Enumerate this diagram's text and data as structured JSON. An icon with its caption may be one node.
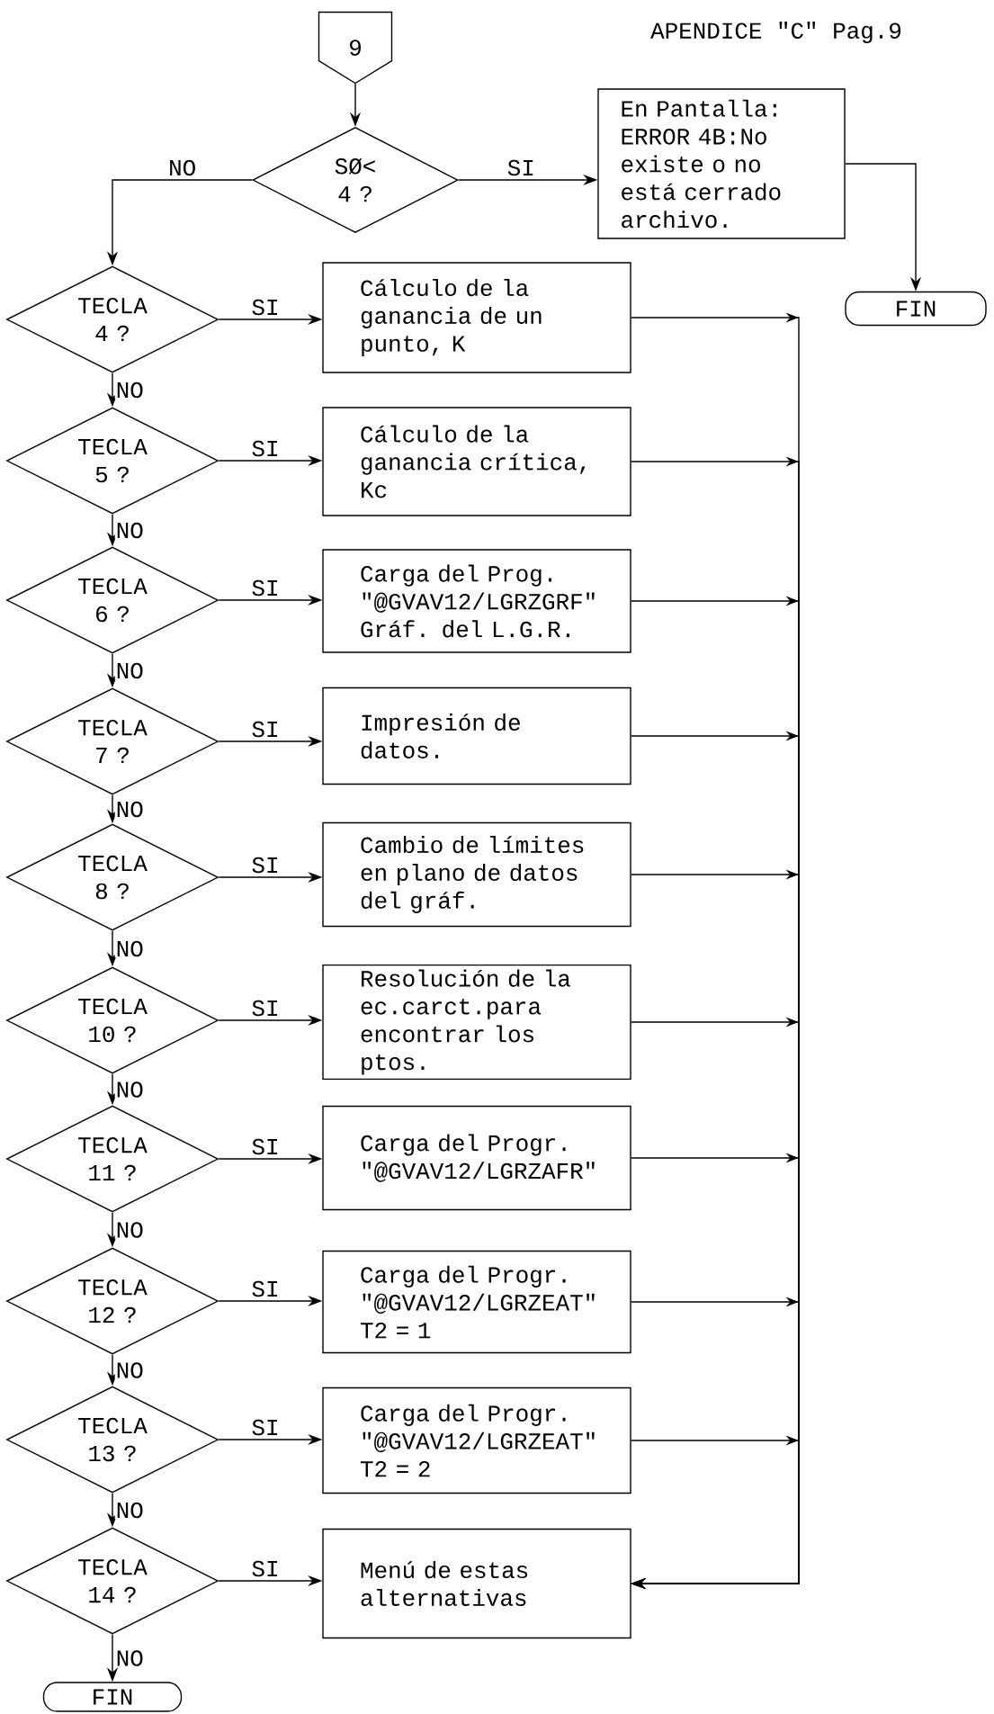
{
  "diagram": {
    "nodes": [
      {
        "text": [
          "9"
        ]
      },
      {
        "text": [
          "SØ< 4 ?"
        ]
      },
      {
        "text": [
          "En Pantalla: ERROR 4B:No existe o no está cerrado archivo."
        ]
      },
      {
        "text": [
          "FIN"
        ]
      },
      {
        "text": [
          "TECLA 4 ?"
        ]
      },
      {
        "text": [
          "Cálculo de la ganancia de un punto, K"
        ]
      },
      {
        "text": [
          "TECLA 5 ?"
        ]
      },
      {
        "text": [
          "Cálculo de la ganancia crítica, Kc"
        ]
      },
      {
        "text": [
          "TECLA 6 ?"
        ]
      },
      {
        "text": [
          "Carga del Prog. \"@GVAV12/LGRZGRF\" Gráf. del L.G.R."
        ]
      },
      {
        "text": [
          "TECLA 7 ?"
        ]
      },
      {
        "text": [
          "Impresión de datos."
        ]
      },
      {
        "text": [
          "TECLA 8 ?"
        ]
      },
      {
        "text": [
          "Cambio de límites en plano de datos del gráf."
        ]
      },
      {
        "text": [
          "TECLA 10 ?"
        ]
      },
      {
        "text": [
          "Resolución de la ec.carct.para encontrar los ptos."
        ]
      },
      {
        "text": [
          "TECLA 11 ?"
        ]
      },
      {
        "text": [
          "Carga del Progr. \"@GVAV12/LGRZAFR\""
        ]
      },
      {
        "text": [
          "TECLA 12 ?"
        ]
      },
      {
        "text": [
          "Carga del Progr. \"@GVAV12/LGRZEAT\" T2 = 1"
        ]
      },
      {
        "text": [
          "TECLA 13 ?"
        ]
      },
      {
        "text": [
          "Carga del Progr. \"@GVAV12/LGRZEAT\" T2 = 2"
        ]
      },
      {
        "text": [
          "TECLA 14 ?"
        ]
      },
      {
        "text": [
          "Menú de estas alternativas"
        ]
      },
      {
        "text": [
          "FIN"
        ]
      }
    ],
    "edges": [
      {
        "from": 0,
        "to": 1,
        "arrow": "to"
      },
      {
        "from": 1,
        "to": 2,
        "arrow": "to",
        "label": "SI"
      },
      {
        "from": 2,
        "to": 3,
        "arrow": "to"
      },
      {
        "from": 1,
        "to": 4,
        "arrow": "to",
        "label": "NO"
      },
      {
        "from": 4,
        "to": 5,
        "arrow": "to",
        "label": "SI"
      },
      {
        "from": 4,
        "to": 6,
        "arrow": "to",
        "label": "NO"
      },
      {
        "from": 6,
        "to": 7,
        "arrow": "to",
        "label": "SI"
      },
      {
        "from": 6,
        "to": 8,
        "arrow": "to",
        "label": "NO"
      },
      {
        "from": 8,
        "to": 9,
        "arrow": "to",
        "label": "SI"
      },
      {
        "from": 8,
        "to": 10,
        "arrow": "to",
        "label": "NO"
      },
      {
        "from": 10,
        "to": 11,
        "arrow": "to",
        "label": "SI"
      },
      {
        "from": 10,
        "to": 12,
        "arrow": "to",
        "label": "NO"
      },
      {
        "from": 12,
        "to": 13,
        "arrow": "to",
        "label": "SI"
      },
      {
        "from": 12,
        "to": 14,
        "arrow": "to",
        "label": "NO"
      },
      {
        "from": 14,
        "to": 15,
        "arrow": "to",
        "label": "SI"
      },
      {
        "from": 14,
        "to": 16,
        "arrow": "to",
        "label": "NO"
      },
      {
        "from": 16,
        "to": 17,
        "arrow": "to",
        "label": "SI"
      },
      {
        "from": 16,
        "to": 18,
        "arrow": "to",
        "label": "NO"
      },
      {
        "from": 18,
        "to": 19,
        "arrow": "to",
        "label": "SI"
      },
      {
        "from": 18,
        "to": 20,
        "arrow": "to",
        "label": "NO"
      },
      {
        "from": 20,
        "to": 21,
        "arrow": "to",
        "label": "SI"
      },
      {
        "from": 20,
        "to": 22,
        "arrow": "to",
        "label": "NO"
      },
      {
        "from": 22,
        "to": 23,
        "arrow": "to",
        "label": "SI"
      },
      {
        "from": 22,
        "to": 24,
        "arrow": "to",
        "label": "NO"
      },
      {
        "from": 5,
        "to": 23,
        "arrow": "to"
      },
      {
        "from": 7,
        "to": 23,
        "arrow": "to"
      },
      {
        "from": 9,
        "to": 23,
        "arrow": "to"
      },
      {
        "from": 11,
        "to": 23,
        "arrow": "to"
      },
      {
        "from": 13,
        "to": 23,
        "arrow": "to"
      },
      {
        "from": 15,
        "to": 23,
        "arrow": "to"
      },
      {
        "from": 17,
        "to": 23,
        "arrow": "to"
      },
      {
        "from": 19,
        "to": 23,
        "arrow": "to"
      },
      {
        "from": 21,
        "to": 23,
        "arrow": "to"
      }
    ],
    "labels": [
      "APENDICE \"C\" Pag.9"
    ]
  }
}
